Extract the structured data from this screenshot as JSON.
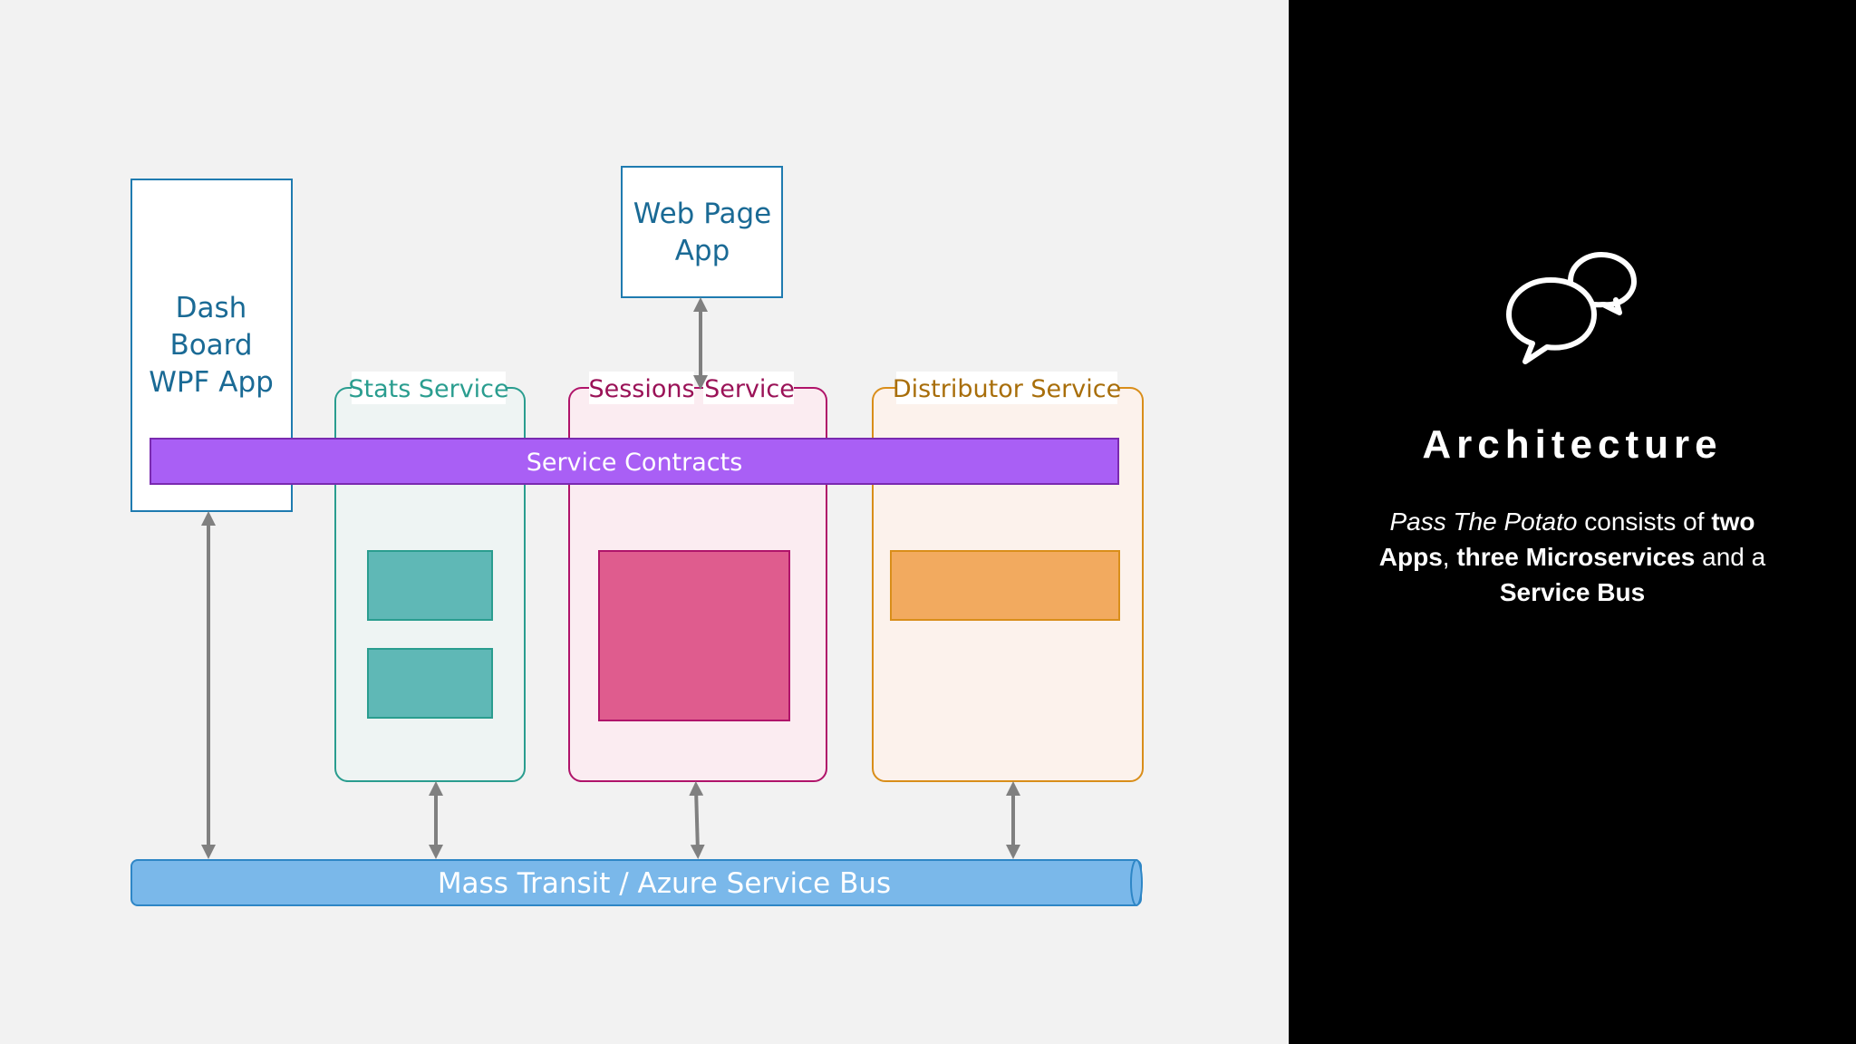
{
  "diagram": {
    "dashboard_app": {
      "line1": "Dash",
      "line2": "Board",
      "line3": "WPF App"
    },
    "web_app": {
      "line1": "Web Page",
      "line2": "App"
    },
    "stats_service": {
      "label": "Stats Service"
    },
    "sessions_service": {
      "label_a": "Sessions",
      "label_b": "Service"
    },
    "distributor_service": {
      "label": "Distributor Service"
    },
    "service_contracts": {
      "label": "Service Contracts"
    },
    "bus": {
      "label": "Mass Transit / Azure Service Bus"
    },
    "colors": {
      "app_border": "#1f7bb0",
      "app_text": "#1a6a95",
      "stats": "#2a9d8f",
      "stats_fill": "#eef4f3",
      "stats_block": "#5fb8b6",
      "sessions": "#b0146a",
      "sessions_fill": "#fbecf1",
      "sessions_block": "#df5c8e",
      "distributor": "#d98e1a",
      "distributor_fill": "#fcf2ec",
      "distributor_block": "#f2aa5f",
      "contracts": "#a95ff5",
      "bus": "#7ab8ea",
      "arrow": "#808080"
    }
  },
  "sidebar": {
    "icon": "chat-bubbles-icon",
    "title": "Architecture",
    "desc": {
      "t1": "Pass The Potato",
      "t2": " consists of ",
      "t3": "two Apps",
      "t4": ", ",
      "t5": "three Microservices",
      "t6": " and a ",
      "t7": "Service Bus"
    }
  }
}
